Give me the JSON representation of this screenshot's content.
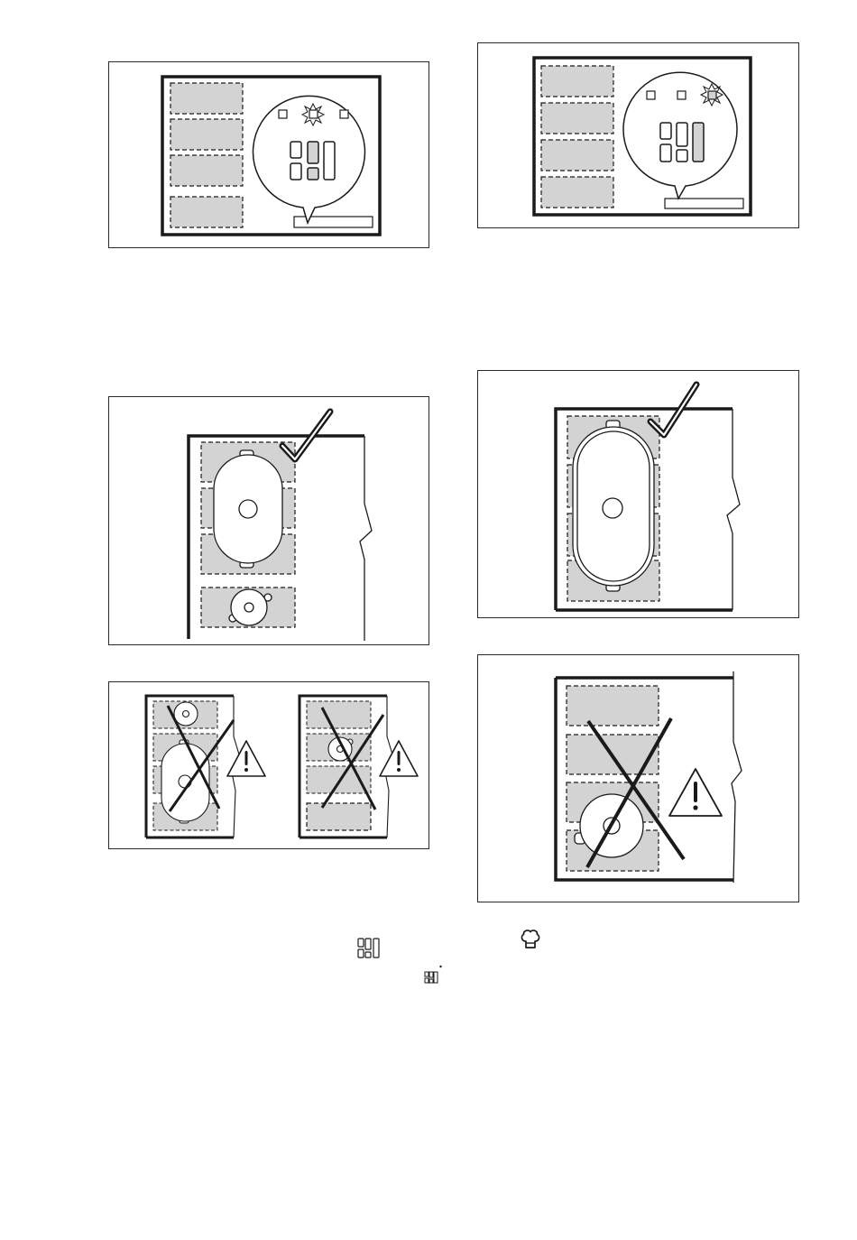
{
  "page": {
    "background": "#ffffff"
  },
  "palette": {
    "line": "#1a1a1a",
    "zone_fill": "#d3d3d3",
    "panel_border": "#2a2a2a"
  },
  "figures": [
    {
      "id": "fig-1",
      "depicts": "hob-top-view-rear-zones-selected",
      "icons": [
        "bridge-zone-icon",
        "indicator-lights"
      ]
    },
    {
      "id": "fig-2",
      "depicts": "hob-top-view-all-zones-selected",
      "icons": [
        "bridge-zone-icon",
        "indicator-lights"
      ]
    },
    {
      "id": "fig-3",
      "depicts": "roaster-on-bridged-zones-correct",
      "icons": [
        "check-mark-icon"
      ]
    },
    {
      "id": "fig-4",
      "depicts": "large-roaster-on-all-zones-correct",
      "icons": [
        "check-mark-icon"
      ]
    },
    {
      "id": "fig-5",
      "depicts": "incorrect-cookware-placement",
      "icons": [
        "cross-mark-icon",
        "warning-triangle-icon"
      ]
    },
    {
      "id": "fig-6",
      "depicts": "incorrect-small-pot-on-bridge",
      "icons": [
        "cross-mark-icon",
        "warning-triangle-icon"
      ]
    }
  ],
  "inline_icons": [
    "bridge-zone-symbol-icon",
    "small-bridge-zone-symbol-icon",
    "chef-hat-icon"
  ]
}
